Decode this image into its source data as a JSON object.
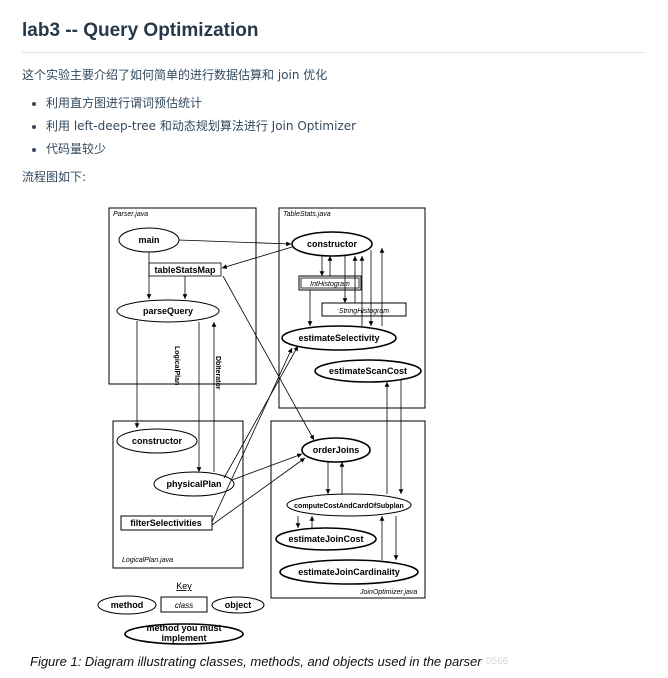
{
  "title": "lab3 -- Query Optimization",
  "intro": "这个实验主要介绍了如何简单的进行数据估算和 join 优化",
  "bullets": [
    "利用直方图进行谓词预估统计",
    "利用 left-deep-tree 和动态规划算法进行 Join Optimizer",
    "代码量较少"
  ],
  "flow_label": "流程图如下:",
  "diagram": {
    "files": {
      "parser": "Parser.java",
      "tablestats": "TableStats.java",
      "logicalplan": "LogicalPlan.java",
      "joinoptimizer": "JoinOptimizer.java"
    },
    "nodes": {
      "main": "main",
      "tableStatsMap": "tableStatsMap",
      "parseQuery": "parseQuery",
      "ts_constructor": "constructor",
      "intHistogram": "IntHistogram",
      "stringHistogram": "StringHistogram",
      "estimateSelectivity": "estimateSelectivity",
      "estimateScanCost": "estimateScanCost",
      "lp_constructor": "constructor",
      "physicalPlan": "physicalPlan",
      "filterSelectivities": "filterSelectivities",
      "orderJoins": "orderJoins",
      "computeCost": "computeCostAndCardOfSubplan",
      "estimateJoinCost": "estimateJoinCost",
      "estimateJoinCardinality": "estimateJoinCardinality"
    },
    "edge_labels": {
      "logicalPlan": "LogicalPlan",
      "dbIterator": "DbIterator"
    },
    "key": {
      "title": "Key",
      "method": "method",
      "class": "class",
      "object": "object",
      "must_line1": "method you must",
      "must_line2": "implement"
    }
  },
  "caption": "Figure 1: Diagram illustrating classes, methods, and objects used in the parser",
  "watermark": "0566"
}
